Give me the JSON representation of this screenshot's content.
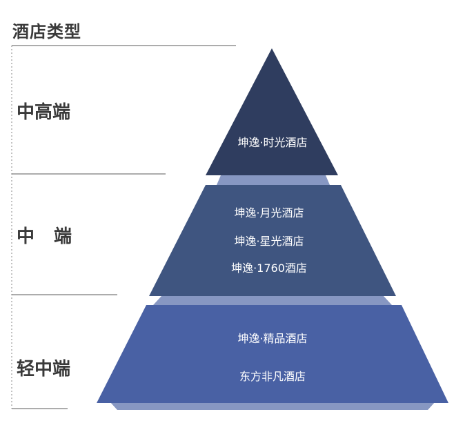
{
  "title": "酒店类型",
  "tiers": [
    {
      "label": "中高端",
      "color": "#2f3d5f",
      "hotels": [
        "坤逸·时光酒店"
      ]
    },
    {
      "label": "中端",
      "color": "#3f5580",
      "hotels": [
        "坤逸·月光酒店",
        "坤逸·星光酒店",
        "坤逸·1760酒店"
      ]
    },
    {
      "label": "轻中端",
      "color": "#4961a4",
      "hotels": [
        "坤逸·精品酒店",
        "东方非凡酒店"
      ]
    }
  ],
  "colors": {
    "band": "#8797c2",
    "label_text": "#3a3a3a",
    "guide_line": "#7a7a7a"
  }
}
